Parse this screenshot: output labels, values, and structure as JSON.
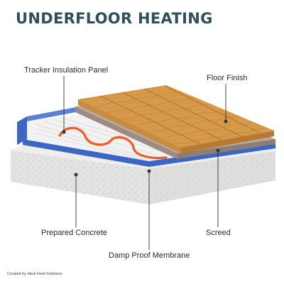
{
  "title": "UNDERFLOOR HEATING",
  "labels": {
    "tracker_insulation_panel": "Tracker Insulation Panel",
    "floor_finish": "Floor Finish",
    "prepared_concrete": "Prepared Concrete",
    "screed": "Screed",
    "damp_proof_membrane": "Damp Proof Membrane"
  },
  "credit": "Created by Ideal Heat Solutions",
  "colors": {
    "title": "#2f4f5b",
    "concrete": "#e2e2e0",
    "membrane": "#3c66c4",
    "insulation": "#f2f2f2",
    "pipe": "#f15a24",
    "screed": "#9d8b82",
    "wood": "#d79a4a"
  }
}
